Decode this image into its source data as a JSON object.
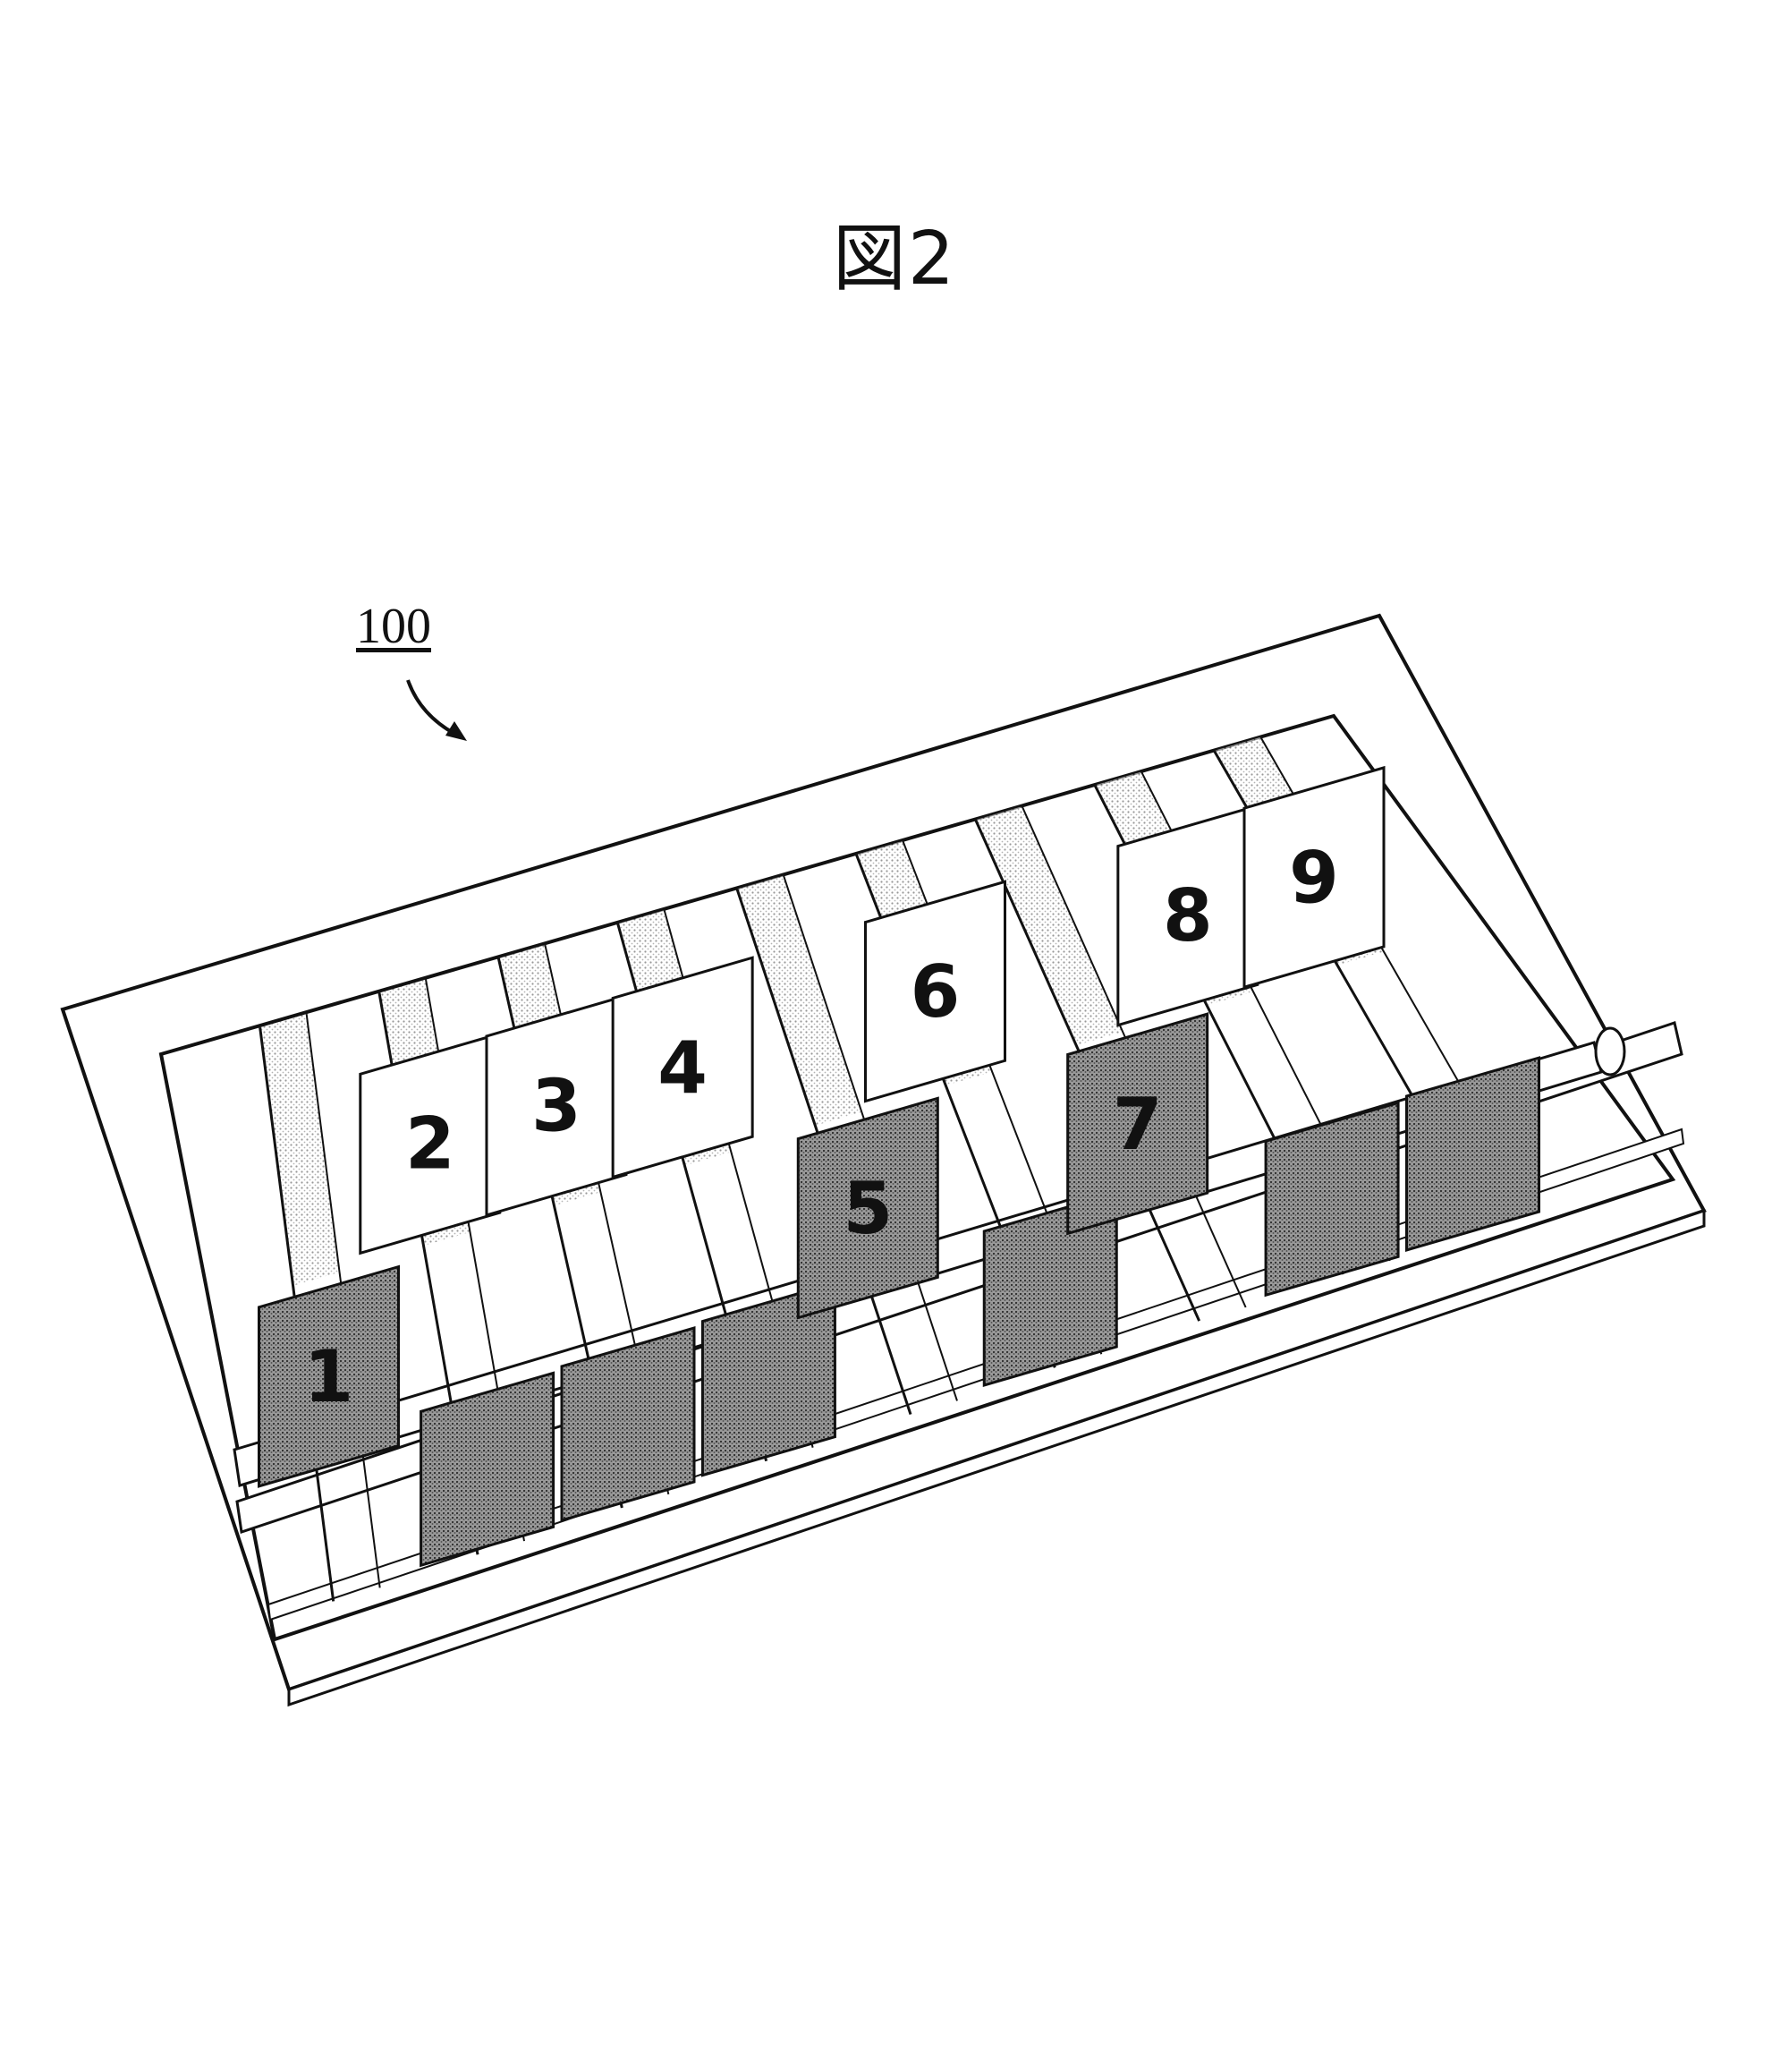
{
  "figure": {
    "caption": "図2",
    "reference_numeral": "100"
  },
  "colors": {
    "line": "#111111",
    "dark_tile": "#8a8a8a",
    "shade": "#d8d8d8",
    "paper": "#ffffff"
  },
  "rods": [
    {
      "label": "1",
      "up": false
    },
    {
      "label": "2",
      "up": true
    },
    {
      "label": "3",
      "up": true
    },
    {
      "label": "4",
      "up": true
    },
    {
      "label": "5",
      "up": false
    },
    {
      "label": "6",
      "up": true
    },
    {
      "label": "7",
      "up": false
    },
    {
      "label": "8",
      "up": true
    },
    {
      "label": "9",
      "up": true
    }
  ]
}
